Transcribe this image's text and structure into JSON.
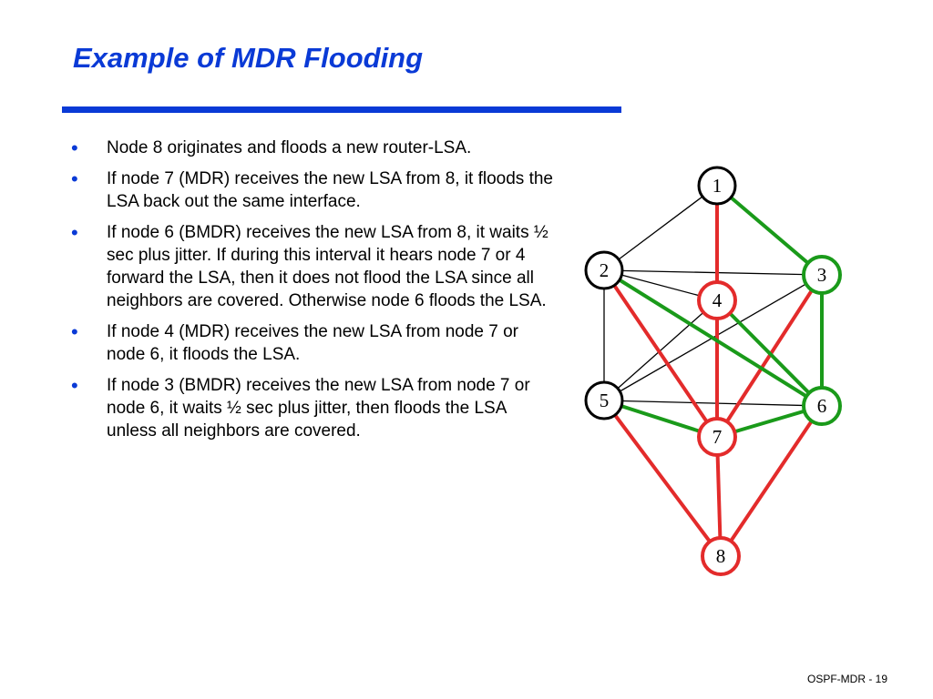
{
  "slide": {
    "title": "Example of MDR Flooding",
    "footer": "OSPF-MDR - 19"
  },
  "bullets": [
    {
      "marker": "•",
      "text": "Node 8 originates and floods a new router-LSA."
    },
    {
      "marker": "•",
      "text": "If node 7 (MDR) receives the new LSA from 8, it floods the LSA back out the same interface."
    },
    {
      "marker": "•",
      "text": "If node 6 (BMDR) receives the new LSA from 8, it waits ½ sec plus jitter.  If during this interval it hears node 7 or 4 forward the LSA, then it does not flood the LSA since all neighbors are covered.  Otherwise node 6 floods the LSA."
    },
    {
      "marker": "•",
      "text": "If node 4 (MDR) receives the new LSA from node 7 or node 6, it floods the LSA."
    },
    {
      "marker": "•",
      "text": "If node 3 (BMDR) receives the new LSA from node 7 or node 6, it waits ½ sec plus jitter, then floods the LSA unless all neighbors are covered."
    }
  ],
  "diagram": {
    "colors": {
      "red": "#e32b2b",
      "green": "#1a9a1a",
      "black": "#000000"
    },
    "nodes": [
      {
        "label": "1",
        "color": "black"
      },
      {
        "label": "2",
        "color": "black"
      },
      {
        "label": "3",
        "color": "green"
      },
      {
        "label": "4",
        "color": "red"
      },
      {
        "label": "5",
        "color": "black"
      },
      {
        "label": "6",
        "color": "green"
      },
      {
        "label": "7",
        "color": "red"
      },
      {
        "label": "8",
        "color": "red"
      }
    ],
    "edges": [
      {
        "from": "1",
        "to": "2",
        "color": "black"
      },
      {
        "from": "2",
        "to": "3",
        "color": "black"
      },
      {
        "from": "2",
        "to": "5",
        "color": "black"
      },
      {
        "from": "5",
        "to": "6",
        "color": "black"
      },
      {
        "from": "2",
        "to": "4",
        "color": "black"
      },
      {
        "from": "4",
        "to": "5",
        "color": "black"
      },
      {
        "from": "3",
        "to": "5",
        "color": "black"
      },
      {
        "from": "1",
        "to": "4",
        "color": "red"
      },
      {
        "from": "4",
        "to": "7",
        "color": "red"
      },
      {
        "from": "2",
        "to": "7",
        "color": "red"
      },
      {
        "from": "3",
        "to": "7",
        "color": "red"
      },
      {
        "from": "5",
        "to": "8",
        "color": "red"
      },
      {
        "from": "7",
        "to": "8",
        "color": "red"
      },
      {
        "from": "6",
        "to": "8",
        "color": "red"
      },
      {
        "from": "1",
        "to": "3",
        "color": "green"
      },
      {
        "from": "3",
        "to": "6",
        "color": "green"
      },
      {
        "from": "2",
        "to": "6",
        "color": "green"
      },
      {
        "from": "4",
        "to": "6",
        "color": "green"
      },
      {
        "from": "5",
        "to": "7",
        "color": "green"
      },
      {
        "from": "6",
        "to": "7",
        "color": "green"
      }
    ]
  }
}
